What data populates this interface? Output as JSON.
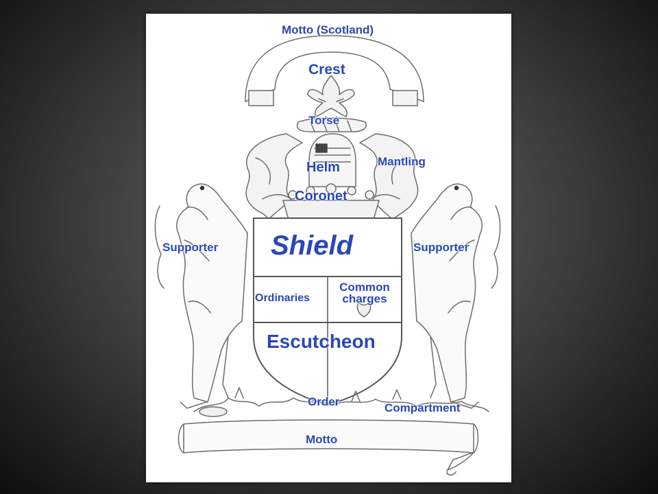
{
  "labels": {
    "motto_scotland": "Motto (Scotland)",
    "crest": "Crest",
    "torse": "Torse",
    "helm": "Helm",
    "mantling": "Mantling",
    "coronet": "Coronet",
    "supporter_left": "Supporter",
    "supporter_right": "Supporter",
    "shield": "Shield",
    "ordinaries": "Ordinaries",
    "common_charges": "Common charges",
    "escutcheon": "Escutcheon",
    "order": "Order",
    "compartment": "Compartment",
    "motto": "Motto"
  },
  "colors": {
    "label": "#2a47b8",
    "line_art": "#6b6b6b",
    "panel": "#ffffff",
    "background": "#3a3a3a"
  }
}
